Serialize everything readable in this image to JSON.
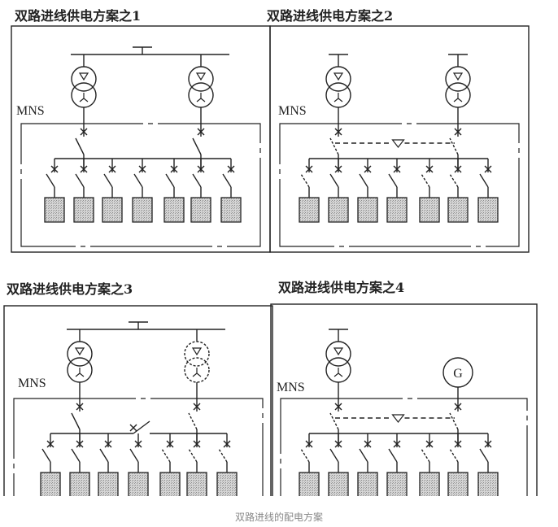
{
  "panels": [
    {
      "title": "双路进线供电方案之1",
      "label": "MNS",
      "variant": "single-bus-two-transformers"
    },
    {
      "title": "双路进线供电方案之2",
      "label": "MNS",
      "variant": "interlock-two-transformers"
    },
    {
      "title": "双路进线供电方案之3",
      "label": "MNS",
      "variant": "bus-tie-two-transformers"
    },
    {
      "title": "双路进线供电方案之4",
      "label": "MNS",
      "variant": "interlock-transformer-generator",
      "generator_label": "G"
    }
  ],
  "caption": "双路进线的配电方案",
  "colors": {
    "line": "#222222",
    "load_fill": "#bdbdbd",
    "caption": "#888888"
  }
}
